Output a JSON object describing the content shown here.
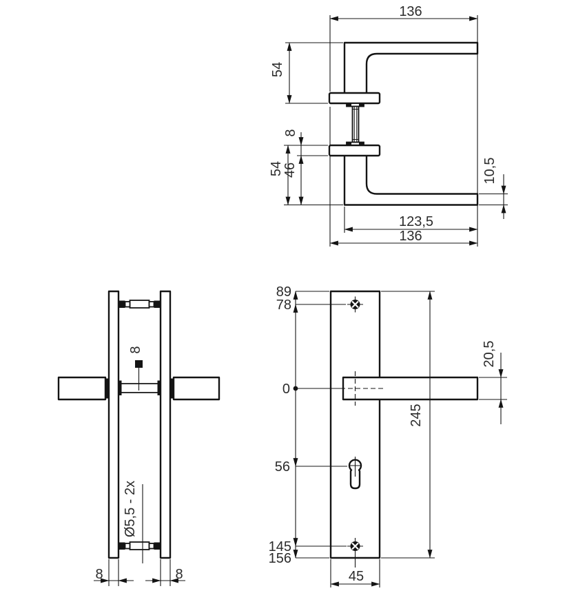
{
  "drawing": {
    "type": "technical-dimension-drawing",
    "colors": {
      "line": "#141414",
      "text": "#2b2b2b",
      "background": "#ffffff"
    },
    "views": {
      "handle_side_view": {
        "length_total_top": "136",
        "height_top": "54",
        "rosette_thickness": "8",
        "height_bottom": "54",
        "height_inner": "46",
        "grip_thickness": "10,5",
        "grip_length": "123,5",
        "length_total_bottom": "136"
      },
      "plates_edge_view": {
        "spindle_square": "8",
        "screw_hole_note": "Ø5,5 - 2x",
        "plate_thickness_left": "8",
        "plate_thickness_right": "8"
      },
      "backplate_front_view": {
        "plate_top_edge": "89",
        "top_screw": "78",
        "handle_centre": "0",
        "keyhole": "56",
        "bottom_screw": "145",
        "plate_bottom_edge": "156",
        "handle_bar_height": "20,5",
        "plate_height": "245",
        "plate_width": "45"
      }
    }
  }
}
